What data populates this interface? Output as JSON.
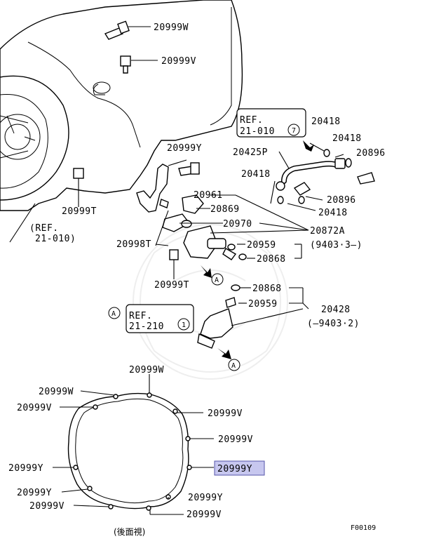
{
  "labels": {
    "bolt_top_w": "20999W",
    "bolt_top_v": "20999V",
    "bolt_y_mid": "20999Y",
    "bolt_t_left": "20999T",
    "bolt_t_bracket": "20998T",
    "bolt_t_lower": "20999T",
    "pipe_p": "20425P",
    "washer_1": "20418",
    "washer_2": "20418",
    "washer_3": "20418",
    "washer_4": "20418",
    "union_1": "20896",
    "union_2": "20896",
    "part_20961": "20961",
    "part_20869": "20869",
    "part_20970": "20970",
    "part_20872a": "20872A",
    "range_1": "(9403·3–)",
    "bleeder_1": "20959",
    "cap_1": "20868",
    "cap_2": "20868",
    "bleeder_2": "20959",
    "part_20428": "20428",
    "range_2": "(–9403·2)",
    "gasket_w": "20999W",
    "gasket_w2": "20999W",
    "gasket_v_left": "20999V",
    "gasket_v_r1": "20999V",
    "gasket_v_r2": "20999V",
    "gasket_y_left": "20999Y",
    "gasket_y_right": "20999Y",
    "gasket_y_left2": "20999Y",
    "gasket_v_bl": "20999V",
    "gasket_y_br": "20999Y",
    "gasket_v_bottom": "20999V",
    "rear_view": "(後面視)",
    "figure_code": "F00109"
  },
  "refs": {
    "ref1_title": "REF.",
    "ref1_code": "21-010",
    "ref1_num": "7",
    "ref2_title": "(REF.",
    "ref2_code": "21-010)",
    "ref3_title": "REF.",
    "ref3_code": "21-210",
    "ref3_num": "1",
    "marker_a": "A"
  },
  "colors": {
    "highlight": "#c7c7ef",
    "ink": "#000000"
  }
}
